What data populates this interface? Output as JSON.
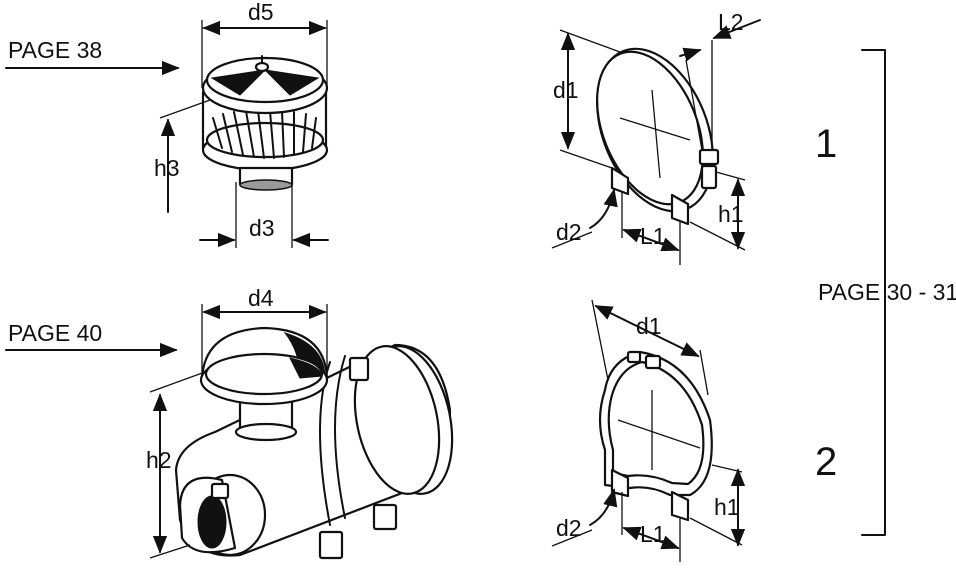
{
  "refs": {
    "page_38": "PAGE 38",
    "page_40": "PAGE 40",
    "page_30_31": "PAGE 30 - 31"
  },
  "dims": {
    "d1": "d1",
    "d2": "d2",
    "d3": "d3",
    "d4": "d4",
    "d5": "d5",
    "h1": "h1",
    "h2": "h2",
    "h3": "h3",
    "L1": "L1",
    "L2": "L2"
  },
  "variants": [
    "1",
    "2"
  ]
}
